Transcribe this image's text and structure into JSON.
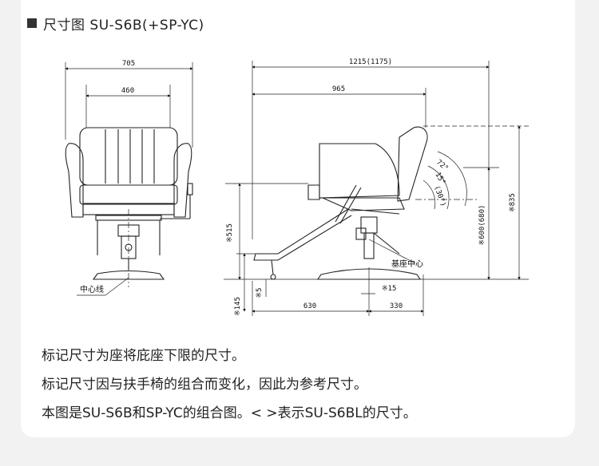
{
  "header": {
    "title": "尺寸图  SU-S6B(+SP-YC)"
  },
  "drawing": {
    "front": {
      "width_total": "705",
      "width_seat": "460",
      "center_label": "中心线"
    },
    "side": {
      "total_length": "1215(1175)",
      "length_965": "965",
      "height_515": "※515",
      "height_145": "※145",
      "height_5": "※5",
      "len_630": "630",
      "len_330": "330",
      "len_15": "※15",
      "height_600": "※600(680)",
      "height_835": "※835",
      "angle_72": "72°",
      "angle_15": "15°",
      "angle_30": "(30°)",
      "base_center": "基座中心"
    }
  },
  "notes": [
    "标记尺寸为座将庇座下限的尺寸。",
    "标记尺寸因与扶手椅的组合而变化，因此为参考尺寸。",
    "本图是SU-S6B和SP-YC的组合图。< >表示SU-S6BL的尺寸。"
  ]
}
